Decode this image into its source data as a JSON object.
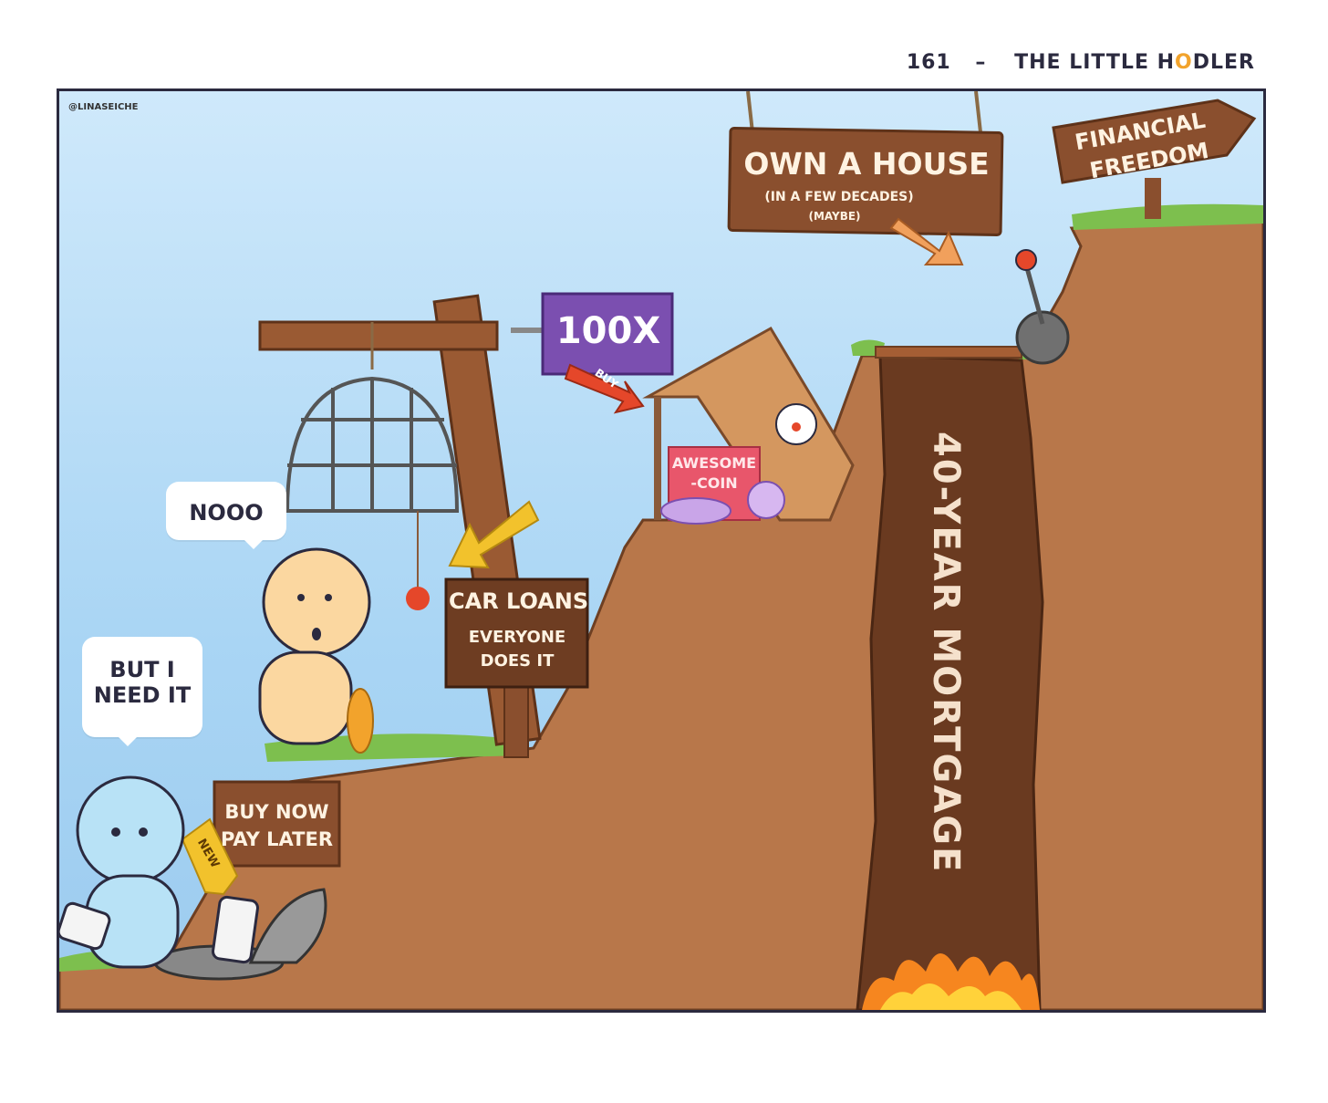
{
  "header": {
    "page_number": "161",
    "separator": "–",
    "title_prefix": "THE LITTLE H",
    "title_accent": "O",
    "title_suffix": "DLER"
  },
  "credit": "@LINASEICHE",
  "signs": {
    "own_a_house": {
      "title": "OWN A HOUSE",
      "sub1": "(IN A FEW DECADES)",
      "sub2": "(MAYBE)"
    },
    "financial_freedom": {
      "line1": "FINANCIAL",
      "line2": "FREEDOM"
    },
    "hundred_x": {
      "label": "100X",
      "tag": "BUY"
    },
    "car_loans": {
      "title": "CAR LOANS",
      "line1": "EVERYONE",
      "line2": "DOES IT"
    },
    "awesome_coin": {
      "line1": "AWESOME",
      "line2": "-COIN"
    },
    "bnpl": {
      "line1": "BUY NOW",
      "line2": "PAY LATER",
      "tag": "NEW"
    },
    "mortgage": "40-YEAR MORTGAGE"
  },
  "bubbles": {
    "nooo": "NOOO",
    "need_line1": "BUT I",
    "need_line2": "NEED IT"
  },
  "colors": {
    "sky": "#a9d5f4",
    "dirt": "#b8774a",
    "sign_wood": "#8a4f2e",
    "grass": "#7dbf4e",
    "accent": "#f2a32c",
    "purple": "#7b4fb0"
  }
}
